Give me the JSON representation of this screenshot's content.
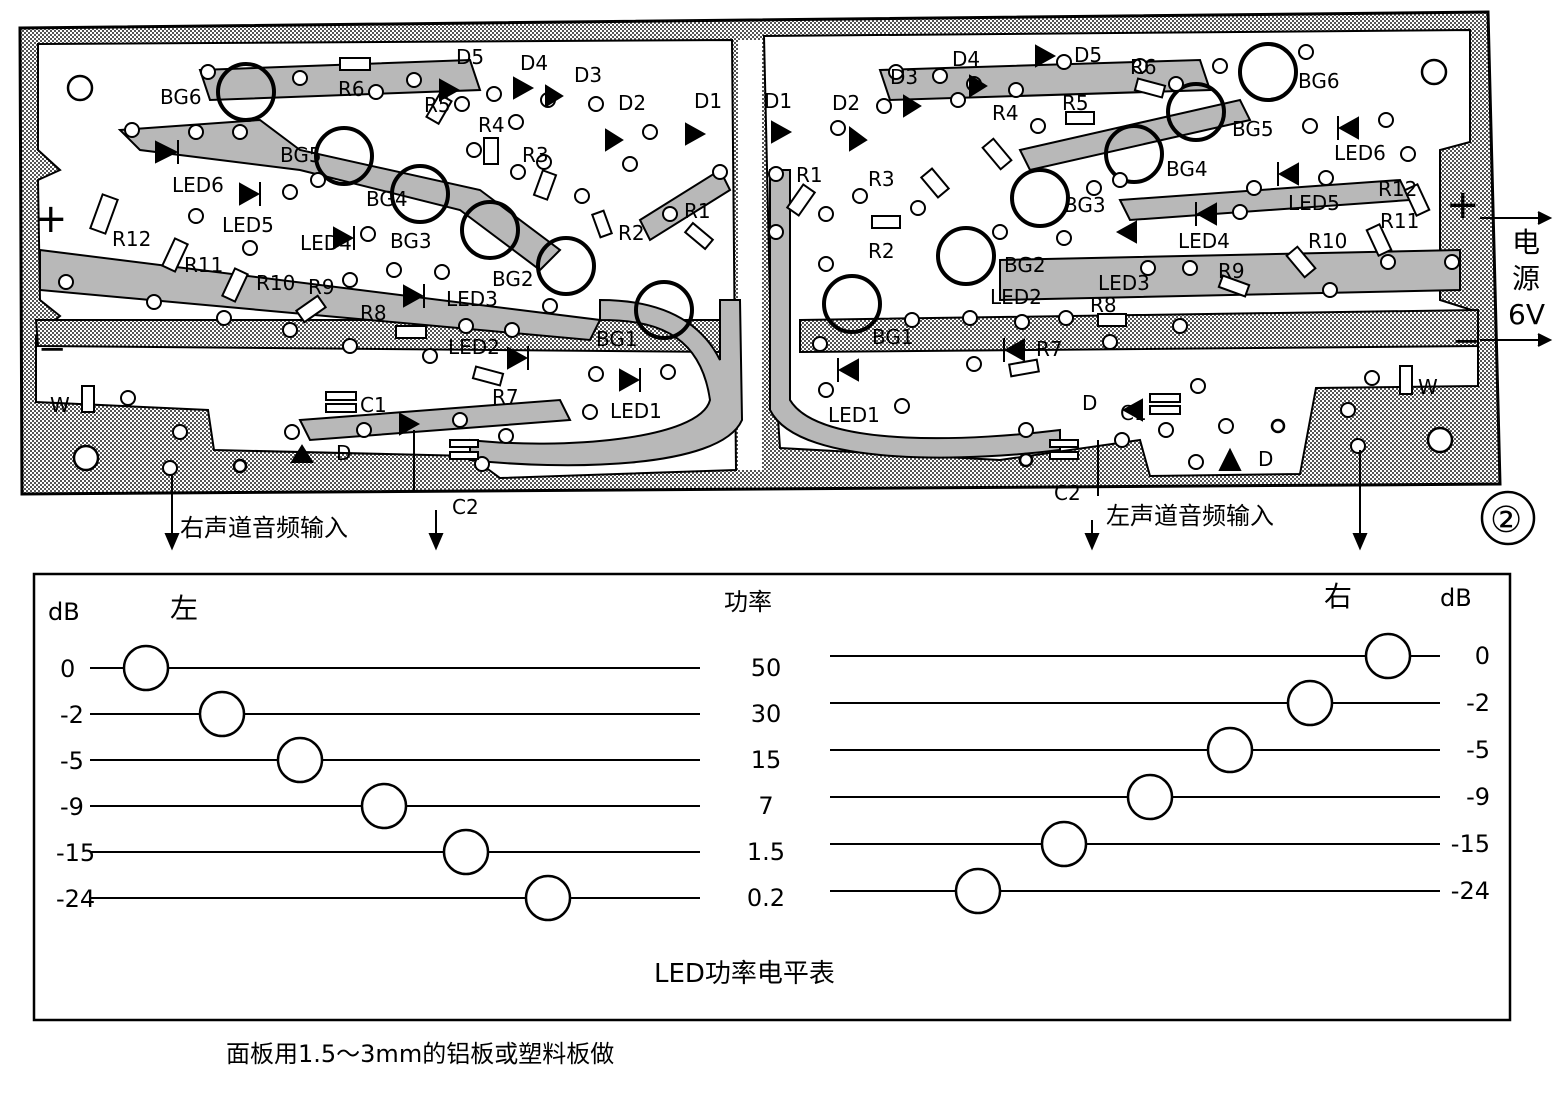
{
  "figure_number": "②",
  "pcb": {
    "power_label_chars": [
      "电",
      "源"
    ],
    "power_voltage": "6V",
    "plus_symbol": "+",
    "minus_symbol": "−",
    "right_input_label": "右声道音频输入",
    "left_input_label": "左声道音频输入",
    "left_half_components": [
      {
        "text": "BG6"
      },
      {
        "text": "R6"
      },
      {
        "text": "D5"
      },
      {
        "text": "D4"
      },
      {
        "text": "D3"
      },
      {
        "text": "R5"
      },
      {
        "text": "R4"
      },
      {
        "text": "D2"
      },
      {
        "text": "D1"
      },
      {
        "text": "BG5"
      },
      {
        "text": "R3"
      },
      {
        "text": "LED6"
      },
      {
        "text": "BG4"
      },
      {
        "text": "R1"
      },
      {
        "text": "LED5"
      },
      {
        "text": "LED4"
      },
      {
        "text": "R12"
      },
      {
        "text": "BG3"
      },
      {
        "text": "R2"
      },
      {
        "text": "BG2"
      },
      {
        "text": "R11"
      },
      {
        "text": "R10"
      },
      {
        "text": "R9"
      },
      {
        "text": "LED3"
      },
      {
        "text": "R8"
      },
      {
        "text": "BG1"
      },
      {
        "text": "LED2"
      },
      {
        "text": "R7"
      },
      {
        "text": "LED1"
      },
      {
        "text": "W"
      },
      {
        "text": "C1"
      },
      {
        "text": "D"
      },
      {
        "text": "C2"
      }
    ],
    "right_half_components": [
      {
        "text": "D5"
      },
      {
        "text": "D4"
      },
      {
        "text": "R6"
      },
      {
        "text": "D3"
      },
      {
        "text": "BG6"
      },
      {
        "text": "D1"
      },
      {
        "text": "D2"
      },
      {
        "text": "R5"
      },
      {
        "text": "R4"
      },
      {
        "text": "BG5"
      },
      {
        "text": "R1"
      },
      {
        "text": "LED6"
      },
      {
        "text": "R3"
      },
      {
        "text": "BG4"
      },
      {
        "text": "LED5"
      },
      {
        "text": "R12"
      },
      {
        "text": "BG3"
      },
      {
        "text": "LED4"
      },
      {
        "text": "R11"
      },
      {
        "text": "R10"
      },
      {
        "text": "R2"
      },
      {
        "text": "BG2"
      },
      {
        "text": "LED3"
      },
      {
        "text": "R9"
      },
      {
        "text": "LED2"
      },
      {
        "text": "R8"
      },
      {
        "text": "BG1"
      },
      {
        "text": "R7"
      },
      {
        "text": "LED1"
      },
      {
        "text": "C1"
      },
      {
        "text": "W"
      },
      {
        "text": "D"
      },
      {
        "text": "D"
      },
      {
        "text": "C2"
      }
    ]
  },
  "panel": {
    "db_left": "dB",
    "left_label": "左",
    "power_label": "功率",
    "right_label": "右",
    "db_right": "dB",
    "rows": [
      {
        "db": "0",
        "power": "50"
      },
      {
        "db": "-2",
        "power": "30"
      },
      {
        "db": "-5",
        "power": "15"
      },
      {
        "db": "-9",
        "power": "7"
      },
      {
        "db": "-15",
        "power": "1.5"
      },
      {
        "db": "-24",
        "power": "0.2"
      }
    ],
    "title": "LED功率电平表"
  },
  "footnote": "面板用1.5～3mm的铝板或塑料板做",
  "colors": {
    "ink": "#000000",
    "copper_fill": "#b8b8b8",
    "paper": "#ffffff"
  }
}
